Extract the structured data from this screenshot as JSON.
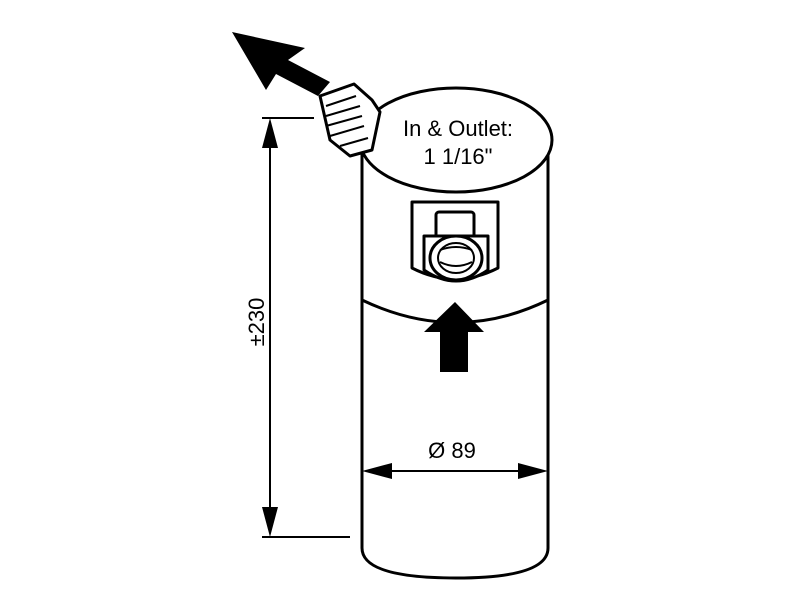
{
  "diagram": {
    "port_label": {
      "line1": "In & Outlet:",
      "line2": "1 1/16\""
    },
    "height_dimension": "±230",
    "diameter_dimension": "Ø 89"
  },
  "colors": {
    "line": "#000000",
    "background": "#ffffff"
  }
}
